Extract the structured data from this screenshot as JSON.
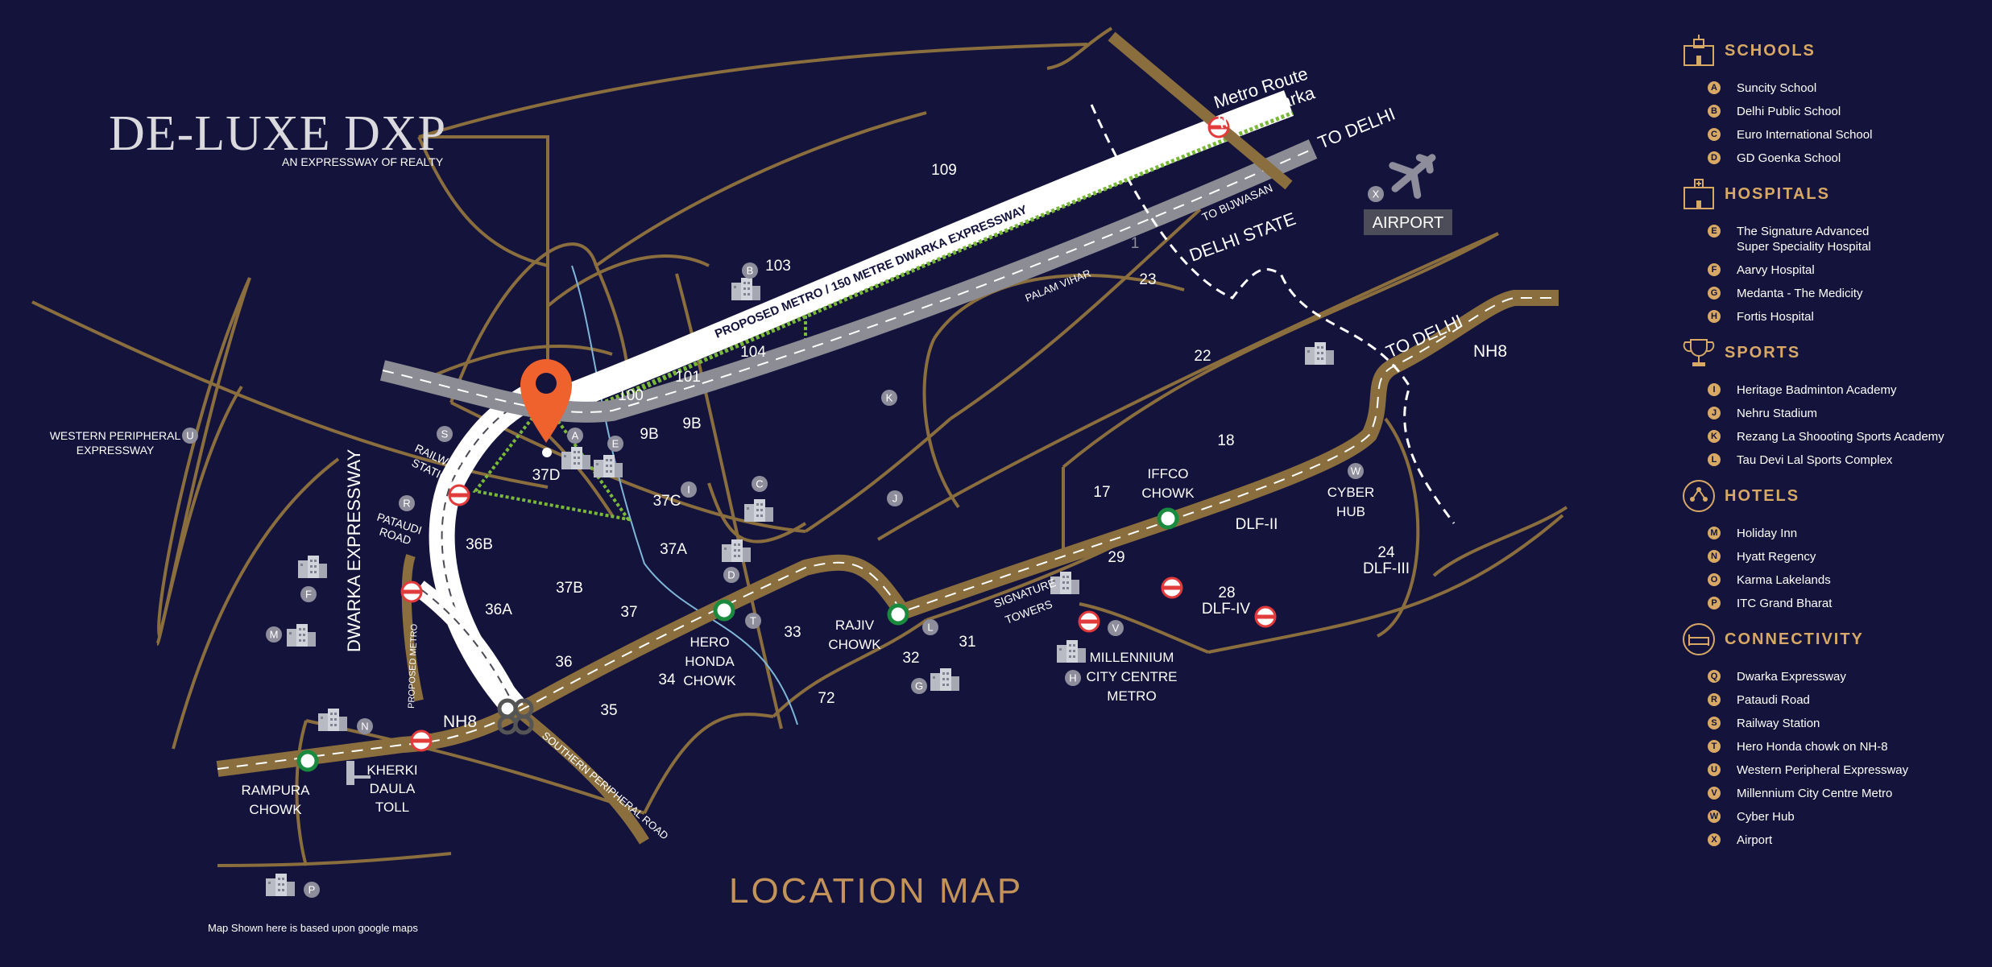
{
  "brand": {
    "name": "DE-LUXE DXP",
    "tagline": "AN EXPRESSWAY OF REALTY"
  },
  "map_title": "LOCATION MAP",
  "footnote": "Map Shown here is based upon google maps",
  "colors": {
    "background": "#13133c",
    "road_gold": "#8a6e3e",
    "accent_gold": "#d8a865",
    "pin": "#f0622d",
    "metro_green": "#7ab83a",
    "metro_station": "#1a8a3e",
    "badge_grey": "#8d8d9c"
  },
  "map": {
    "roads": {
      "nh8_left": "NH8",
      "nh8_right": "NH8",
      "dwarka_expressway": "DWARKA EXPRESSWAY",
      "proposed_metro": "PROPOSED METRO",
      "proposed_metro_expressway": "PROPOSED METRO / 150 METRE DWARKA EXPRESSWAY",
      "to_delhi_top": "TO DELHI",
      "to_delhi_right": "TO DELHI",
      "to_bijwasan": "TO BIJWASAN",
      "delhi_state": "DELHI STATE",
      "palam_vihar": "PALAM VIHAR",
      "metro_route_line1": "Metro Route",
      "metro_route_line2": "from Dwarka",
      "southern_peripheral_road": "SOUTHERN PERIPHERAL ROAD",
      "western_peripheral_line1": "WESTERN PERIPHERAL",
      "western_peripheral_line2": "EXPRESSWAY",
      "railway_line1": "RAILWAY",
      "railway_line2": "STATION",
      "pataudi_line1": "PATAUDI",
      "pataudi_line2": "ROAD",
      "airport": "AIRPORT",
      "signature_line1": "SIGNATURE",
      "signature_line2": "TOWERS"
    },
    "places": {
      "rampura_line1": "RAMPURA",
      "rampura_line2": "CHOWK",
      "kherki_line1": "KHERKI",
      "kherki_line2": "DAULA",
      "kherki_line3": "TOLL",
      "hero_line1": "HERO",
      "hero_line2": "HONDA",
      "hero_line3": "CHOWK",
      "rajiv_line1": "RAJIV",
      "rajiv_line2": "CHOWK",
      "iffco_line1": "IFFCO",
      "iffco_line2": "CHOWK",
      "cyber_line1": "CYBER",
      "cyber_line2": "HUB",
      "millennium_line1": "MILLENNIUM",
      "millennium_line2": "CITY CENTRE",
      "millennium_line3": "METRO",
      "dlf2": "DLF-II",
      "dlf3": "DLF-III",
      "dlf4": "DLF-IV"
    },
    "sectors": {
      "s109": "109",
      "s103": "103",
      "s104": "104",
      "s101": "101",
      "s100": "100",
      "s9b": "9B",
      "s9b2": "9B",
      "s37d": "37D",
      "s37c": "37C",
      "s37a": "37A",
      "s36b": "36B",
      "s37b": "37B",
      "s36a": "36A",
      "s37": "37",
      "s36": "36",
      "s34": "34",
      "s35": "35",
      "s33": "33",
      "s72": "72",
      "s32": "32",
      "s31": "31",
      "s29": "29",
      "s28": "28",
      "s24": "24",
      "s17": "17",
      "s18": "18",
      "s22": "22",
      "s23": "23",
      "s1": "1"
    },
    "markers": [
      "A",
      "B",
      "C",
      "D",
      "E",
      "F",
      "G",
      "H",
      "I",
      "J",
      "K",
      "L",
      "M",
      "N",
      "P",
      "R",
      "S",
      "T",
      "U",
      "V",
      "W",
      "X"
    ]
  },
  "legend": {
    "categories": [
      {
        "title": "SCHOOLS",
        "icon": "school-icon",
        "items": [
          {
            "letter": "A",
            "text": "Suncity School"
          },
          {
            "letter": "B",
            "text": "Delhi Public School"
          },
          {
            "letter": "C",
            "text": "Euro International School"
          },
          {
            "letter": "D",
            "text": "GD Goenka School"
          }
        ]
      },
      {
        "title": "HOSPITALS",
        "icon": "hospital-icon",
        "items": [
          {
            "letter": "E",
            "text": "The Signature Advanced\nSuper Speciality Hospital"
          },
          {
            "letter": "F",
            "text": "Aarvy Hospital"
          },
          {
            "letter": "G",
            "text": "Medanta - The Medicity"
          },
          {
            "letter": "H",
            "text": "Fortis Hospital"
          }
        ]
      },
      {
        "title": "SPORTS",
        "icon": "trophy-icon",
        "items": [
          {
            "letter": "I",
            "text": "Heritage Badminton Academy"
          },
          {
            "letter": "J",
            "text": "Nehru Stadium"
          },
          {
            "letter": "K",
            "text": "Rezang La Shoooting Sports Academy"
          },
          {
            "letter": "L",
            "text": "Tau Devi Lal Sports Complex"
          }
        ]
      },
      {
        "title": "HOTELS",
        "icon": "hotel-icon",
        "items": [
          {
            "letter": "M",
            "text": "Holiday Inn"
          },
          {
            "letter": "N",
            "text": "Hyatt Regency"
          },
          {
            "letter": "O",
            "text": "Karma Lakelands"
          },
          {
            "letter": "P",
            "text": "ITC Grand Bharat"
          }
        ]
      },
      {
        "title": "CONNECTIVITY",
        "icon": "connectivity-icon",
        "items": [
          {
            "letter": "Q",
            "text": "Dwarka Expressway"
          },
          {
            "letter": "R",
            "text": "Pataudi Road"
          },
          {
            "letter": "S",
            "text": "Railway Station"
          },
          {
            "letter": "T",
            "text": "Hero Honda chowk on NH-8"
          },
          {
            "letter": "U",
            "text": "Western Peripheral Expressway"
          },
          {
            "letter": "V",
            "text": "Millennium City Centre Metro"
          },
          {
            "letter": "W",
            "text": "Cyber Hub"
          },
          {
            "letter": "X",
            "text": "Airport"
          }
        ]
      }
    ]
  }
}
